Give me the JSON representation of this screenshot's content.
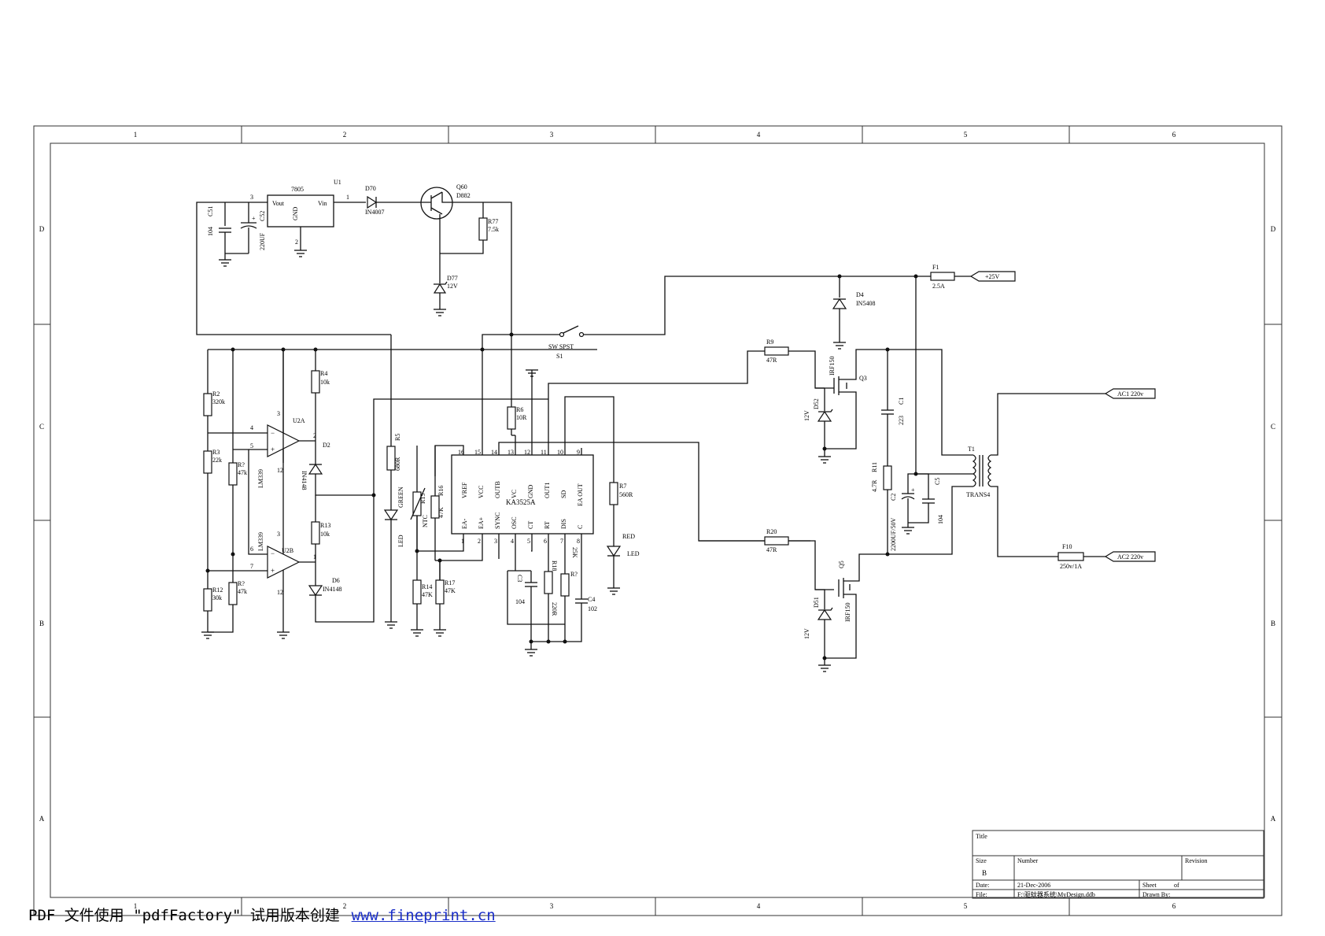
{
  "grid": {
    "columns": [
      "1",
      "2",
      "3",
      "4",
      "5",
      "6"
    ],
    "rows": [
      "D",
      "C",
      "B",
      "A"
    ]
  },
  "title_block": {
    "title_label": "Title",
    "size_label": "Size",
    "size_value": "B",
    "number_label": "Number",
    "revision_label": "Revision",
    "date_label": "Date:",
    "date_value": "21-Dec-2006",
    "file_label": "File:",
    "file_value": "F:\\驱蚊器系统\\MyDesign.ddb",
    "sheet_label": "Sheet",
    "sheet_of": "of",
    "drawn_label": "Drawn By:"
  },
  "components": {
    "u1_ref": "U1",
    "u1_type": "7805",
    "u1_vout": "Vout",
    "u1_vin": "Vin",
    "u1_gnd": "GND",
    "u1_pin1": "1",
    "u1_pin2": "2",
    "u1_pin3": "3",
    "c51_ref": "C51",
    "c51_val": "104",
    "c52_ref": "C52",
    "c52_val": "220UF",
    "d70_ref": "D70",
    "d70_val": "IN4007",
    "q60_ref": "Q60",
    "q60_val": "D882",
    "r77_ref": "R77",
    "r77_val": "7.5k",
    "d77_ref": "D77",
    "d77_val": "12V",
    "s1_type": "SW SPST",
    "s1_ref": "S1",
    "r2_ref": "R2",
    "r2_val": "320k",
    "r3_ref": "R3",
    "r3_val": "22k",
    "r7a_ref": "R?",
    "r7a_val": "47k",
    "r9a_ref": "R?",
    "r9a_val": "47k",
    "r12_ref": "R12",
    "r12_val": "30k",
    "r4_ref": "R4",
    "r4_val": "10k",
    "r13_ref": "R13",
    "r13_val": "10k",
    "u2a_ref": "U2A",
    "u2a_part": "LM339",
    "u2a_p4": "4",
    "u2a_p5": "5",
    "u2a_p3": "3",
    "u2a_p12": "12",
    "u2a_p2": "2",
    "u2b_ref": "U2B",
    "u2b_part": "LM339",
    "u2b_p6": "6",
    "u2b_p7": "7",
    "u2b_p3": "3",
    "u2b_p12": "12",
    "u2b_p1": "1",
    "d2_ref": "D2",
    "d2_val": "IN4148",
    "d6_ref": "D6",
    "d6_val": "IN4148",
    "r5_ref": "R5",
    "r5_val": "680R",
    "green_led_color": "GREEN",
    "green_led_type": "LED",
    "r15_ref": "R15",
    "r15_val": "NTC",
    "r16_ref": "R16",
    "r16_val": "47K",
    "r14_ref": "R14",
    "r14_val": "47K",
    "r17_ref": "R17",
    "r17_val": "47K",
    "r6_ref": "R6",
    "r6_val": "10R",
    "ic_name": "KA3525A",
    "ic_pins_top": [
      "VREF",
      "VCC",
      "OUTB",
      "VC",
      "GND",
      "OUT1",
      "SD",
      "EA OUT"
    ],
    "ic_pinnums_top": [
      "16",
      "15",
      "14",
      "13",
      "12",
      "11",
      "10",
      "9"
    ],
    "ic_pins_bottom": [
      "EA-",
      "EA+",
      "SYNC",
      "OSC",
      "CT",
      "RT",
      "DIS",
      "C"
    ],
    "ic_pinnums_bottom": [
      "1",
      "2",
      "3",
      "4",
      "5",
      "6",
      "7",
      "8"
    ],
    "c3_ref": "C3",
    "c3_val": "104",
    "r18_ref": "R18",
    "r18_val": "220R",
    "rq_ref": "R?",
    "rq_val": "25K",
    "c4_ref": "C4",
    "c4_val": "102",
    "r7_ref": "R7",
    "r7_val": "560R",
    "red_led_color": "RED",
    "red_led_type": "LED",
    "f1_ref": "F1",
    "f1_val": "2.5A",
    "port_25v": "+25V",
    "d4_ref": "D4",
    "d4_val": "IN5408",
    "r9_ref": "R9",
    "r9_val": "47R",
    "r20_ref": "R20",
    "r20_val": "47R",
    "q3_ref": "Q3",
    "q3_val": "IRF150",
    "q5_ref": "Q5",
    "q5_val": "IRF150",
    "d52_ref": "D52",
    "d52_val": "12V",
    "d51_ref": "D51",
    "d51_val": "12V",
    "c1_ref": "C1",
    "c1_val": "223",
    "r11_ref": "R11",
    "r11_val": "4.7R",
    "c2_ref": "C2",
    "c2_val": "2200UF/50V",
    "c5_ref": "C5",
    "c5_val": "104",
    "t1_ref": "T1",
    "t1_val": "TRANS4",
    "port_ac1": "AC1 220v",
    "port_ac2": "AC2 220v",
    "f10_ref": "F10",
    "f10_val": "250v/1A"
  },
  "footer": {
    "text": "PDF 文件使用 \"pdfFactory\" 试用版本创建",
    "link": "www.fineprint.cn"
  }
}
